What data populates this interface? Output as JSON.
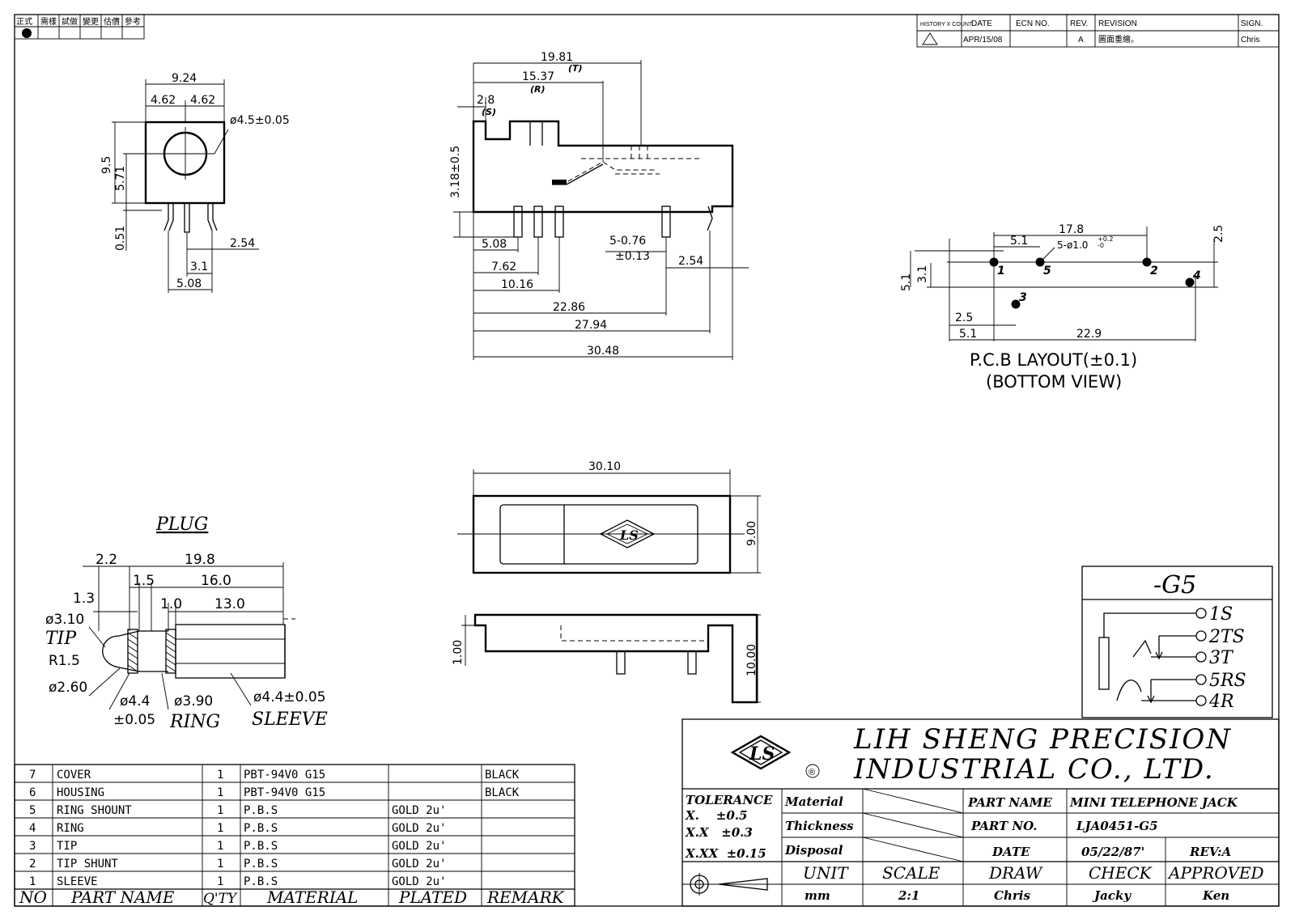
{
  "history_block": {
    "labels": [
      "正式",
      "需樣",
      "試做",
      "變更",
      "估價",
      "參考"
    ]
  },
  "revision_table": {
    "headers": [
      "HISTORY X COUNT",
      "DATE",
      "ECN NO.",
      "REV.",
      "REVISION",
      "SIGN."
    ],
    "row": {
      "date": "APR/15/08",
      "ecn": "",
      "rev": "A",
      "revision": "圖面重繪。",
      "sign": "Chris"
    }
  },
  "front_view": {
    "dims": [
      "9.24",
      "4.62",
      "4.62",
      "ø4.5±0.05",
      "9.5",
      "5.71",
      "0.51",
      "2.54",
      "3.1",
      "5.08"
    ]
  },
  "side_view": {
    "dims": [
      "19.81",
      "(T)",
      "15.37",
      "(R)",
      "2.8",
      "(S)",
      "3.18±0.5",
      "5-0.76",
      "±0.13",
      "2.54",
      "5.08",
      "7.62",
      "10.16",
      "22.86",
      "27.94",
      "30.48"
    ]
  },
  "pcb_layout": {
    "dims": [
      "17.8",
      "5.1",
      "5-ø1.0",
      "+0.2",
      "-0",
      "2.5",
      "5.1",
      "3.1",
      "2.5",
      "5.1",
      "22.9"
    ],
    "pins": [
      "1",
      "5",
      "2",
      "4",
      "3"
    ],
    "title": "P.C.B  LAYOUT(±0.1)",
    "subtitle": "(BOTTOM  VIEW)"
  },
  "top_view": {
    "dims": [
      "30.10",
      "9.00",
      "1.00",
      "10.00"
    ]
  },
  "plug": {
    "title": "PLUG",
    "dims": [
      "2.2",
      "19.8",
      "1.5",
      "16.0",
      "1.3",
      "1.0",
      "13.0",
      "ø3.10",
      "R1.5",
      "ø2.60",
      "ø4.4",
      "±0.05",
      "ø3.90",
      "ø4.4±0.05"
    ],
    "labels": {
      "tip": "TIP",
      "ring": "RING",
      "sleeve": "SLEEVE"
    }
  },
  "schematic": {
    "variant": "-G5",
    "terminals": [
      "1S",
      "2TS",
      "3T",
      "5RS",
      "4R"
    ]
  },
  "bom": {
    "headers": [
      "NO",
      "PART  NAME",
      "Q'TY",
      "MATERIAL",
      "PLATED",
      "REMARK"
    ],
    "rows": [
      {
        "no": "7",
        "name": "COVER",
        "qty": "1",
        "material": "PBT-94V0 G15",
        "plated": "",
        "remark": "BLACK"
      },
      {
        "no": "6",
        "name": "HOUSING",
        "qty": "1",
        "material": "PBT-94V0 G15",
        "plated": "",
        "remark": "BLACK"
      },
      {
        "no": "5",
        "name": "RING SHOUNT",
        "qty": "1",
        "material": "P.B.S",
        "plated": "GOLD 2u'",
        "remark": ""
      },
      {
        "no": "4",
        "name": "RING",
        "qty": "1",
        "material": "P.B.S",
        "plated": "GOLD 2u'",
        "remark": ""
      },
      {
        "no": "3",
        "name": "TIP",
        "qty": "1",
        "material": "P.B.S",
        "plated": "GOLD 2u'",
        "remark": ""
      },
      {
        "no": "2",
        "name": "TIP SHUNT",
        "qty": "1",
        "material": "P.B.S",
        "plated": "GOLD 2u'",
        "remark": ""
      },
      {
        "no": "1",
        "name": "SLEEVE",
        "qty": "1",
        "material": "P.B.S",
        "plated": "GOLD 2u'",
        "remark": ""
      }
    ]
  },
  "title_block": {
    "company_line1": "LIH  SHENG  PRECISION",
    "company_line2": "INDUSTRIAL  CO.,  LTD.",
    "logo_text": "LS",
    "registered": "®",
    "tolerance_label": "TOLERANCE",
    "tolerances": [
      "X.    ±0.5",
      "X.X   ±0.3",
      "X.XX  ±0.15"
    ],
    "material_label": "Material",
    "thickness_label": "Thickness",
    "disposal_label": "Disposal",
    "part_name_label": "PART  NAME",
    "part_name": "MINI TELEPHONE JACK",
    "part_no_label": "PART  NO.",
    "part_no": "LJA0451-G5",
    "date_label": "DATE",
    "date": "05/22/87'",
    "rev": "REV:A",
    "unit_label": "UNIT",
    "unit": "mm",
    "scale_label": "SCALE",
    "scale": "2:1",
    "draw_label": "DRAW",
    "draw": "Chris",
    "check_label": "CHECK",
    "check": "Jacky",
    "approved_label": "APPROVED",
    "approved": "Ken"
  }
}
